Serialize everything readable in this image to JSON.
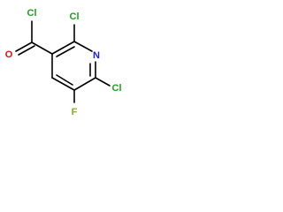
{
  "atoms": {
    "acyl_cl": {
      "label": "Cl",
      "color": "#1fa01f"
    },
    "carbonyl_o": {
      "label": "O",
      "color": "#e01010"
    },
    "ring_cl_top": {
      "label": "Cl",
      "color": "#1fa01f"
    },
    "ring_n": {
      "label": "N",
      "color": "#2020e0"
    },
    "ring_cl_bottom": {
      "label": "Cl",
      "color": "#1fa01f"
    },
    "ring_f": {
      "label": "F",
      "color": "#80b020"
    }
  },
  "colors": {
    "bond": "#000000",
    "background": "#ffffff"
  }
}
